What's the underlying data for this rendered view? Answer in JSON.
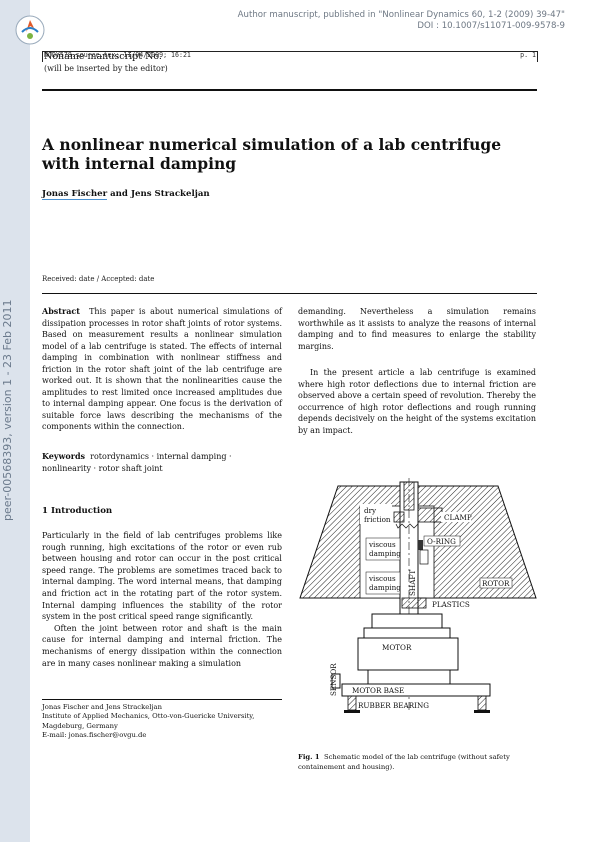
{
  "sidebar": {
    "id_text": "peer-00568393, version 1 - 23 Feb 2011"
  },
  "top_meta": {
    "line1": "Author manuscript, published in \"Nonlinear Dynamics 60, 1-2 (2009) 39-47\"",
    "line2": "DOI : 10.1007/s11071-009-9578-9"
  },
  "header": {
    "source_line": "NODY578.source.tex; 11/04/2009; 16:21",
    "page": "p. 1",
    "ms_title": "Noname manuscript No.",
    "editor_line": "(will be inserted by the editor)"
  },
  "paper": {
    "title": "A nonlinear numerical simulation of a lab centrifuge with internal damping",
    "author1": "Jonas Fischer",
    "author_join": " and ",
    "author2": "Jens Strackeljan",
    "received": "Received: date / Accepted: date"
  },
  "abstract": {
    "label": "Abstract",
    "text": "This paper is about numerical simulations of dissipation processes in rotor shaft joints of rotor systems. Based on measurement results a nonlinear simulation model of a lab centrifuge is stated. The effects of internal damping in combination with nonlinear stiffness and friction in the rotor shaft joint of the lab centrifuge are worked out. It is shown that the nonlinearities cause the amplitudes to rest limited once increased amplitudes due to internal damping appear. One focus is the derivation of suitable force laws describing the mechanisms of the components within the connection."
  },
  "keywords": {
    "label": "Keywords",
    "text": "rotordynamics · internal damping · nonlinearity · rotor shaft joint"
  },
  "section1": {
    "heading": "1 Introduction",
    "p1": "Particularly in the field of lab centrifuges problems like rough running, high excitations of the rotor or even rub between housing and rotor can occur in the post critical speed range. The problems are sometimes traced back to internal damping. The word internal means, that damping and friction act in the rotating part of the rotor system. Internal damping influences the stability of the rotor system in the post critical speed range significantly.",
    "p2": "Often the joint between rotor and shaft is the main cause for internal damping and internal friction. The mechanisms of energy dissipation within the connection are in many cases nonlinear making a simulation"
  },
  "right_column": {
    "p1": "demanding. Nevertheless a simulation remains worthwhile as it assists to analyze the reasons of internal damping and to find measures to enlarge the stability margins.",
    "p2": "In the present article a lab centrifuge is examined where high rotor deflections due to internal friction are observed above a certain speed of revolution. Thereby the occurrence of high rotor deflections and rough running depends decisively on the height of the systems excitation by an impact."
  },
  "footnote": {
    "line1": "Jonas Fischer and Jens Strackeljan",
    "line2": "Institute of Applied Mechanics, Otto-von-Guericke University, Magdeburg, Germany",
    "line3": "E-mail: jonas.fischer@ovgu.de"
  },
  "figure": {
    "labels": {
      "dry_friction_1": "dry",
      "dry_friction_2": "friction",
      "clamp": "CLAMP",
      "viscous1_1": "viscous",
      "viscous1_2": "damping",
      "oring": "O-RING",
      "viscous2_1": "viscous",
      "viscous2_2": "damping",
      "shaft": "SHAFT",
      "rotor": "ROTOR",
      "plastics": "PLASTICS",
      "motor": "MOTOR",
      "sensor": "SENSOR",
      "motor_base": "MOTOR BASE",
      "rubber_bearing": "RUBBER BEARING"
    },
    "caption_label": "Fig. 1",
    "caption_text": "Schematic model of the lab centrifuge (without safety containement and housing)."
  }
}
